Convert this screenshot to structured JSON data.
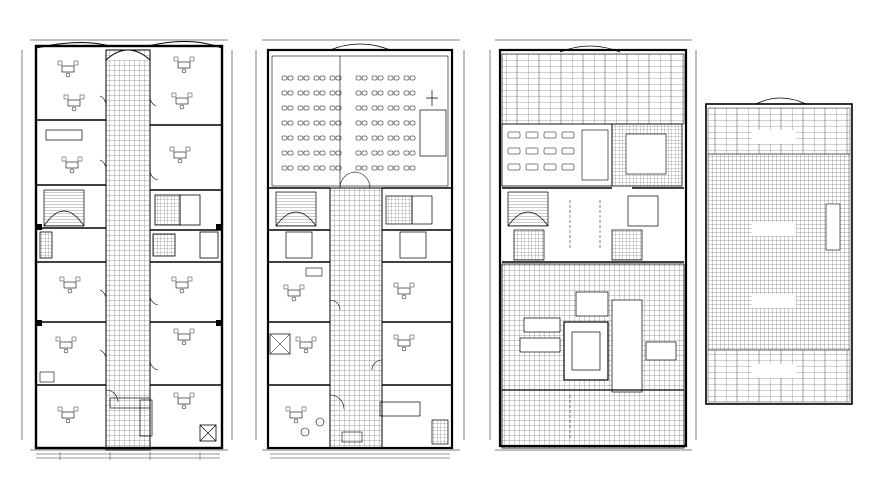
{
  "drawing": {
    "background": "#ffffff",
    "line_color": "#000000",
    "sheets": [
      {
        "id": "plan-1"
      },
      {
        "id": "plan-2"
      },
      {
        "id": "plan-3"
      },
      {
        "id": "plan-4"
      }
    ]
  }
}
